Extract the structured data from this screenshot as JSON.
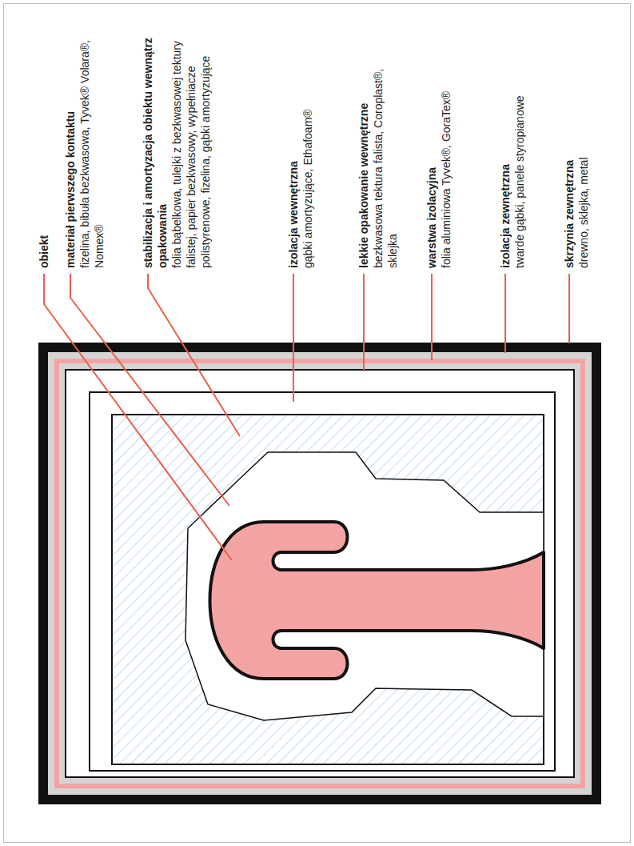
{
  "diagram": {
    "labels": [
      "obiekt",
      "materiał pierwszego kontaktu",
      "fizelina, bibuła bezkwasowa, Tyvek® Volara®, Nomex®",
      "stabilizacja i amortyzacja obiektu wewnątrz opakowania",
      "folia bąbelkowa, tulejki z bezkwasowej tektury falistej, papier bezkwasowy, wypełniacze polistyrenowe, fizelina, gąbki amortyzujące",
      "izolacja wewnętrzna",
      "gąbki amortyzujące, Ethafoam®",
      "lekkie opakowanie wewnętrzne",
      "bezkwasowa tektura falista, Coroplast®, sklejka",
      "warstwa izolacyjna",
      "folia aluminiowa Tyvek®, GoraTex®",
      "izolacja zewnętrzna",
      "twarde gąbki, panele styropianowe",
      "skrzynia zewnętrzna",
      "drewno, sklejka, metal"
    ]
  }
}
